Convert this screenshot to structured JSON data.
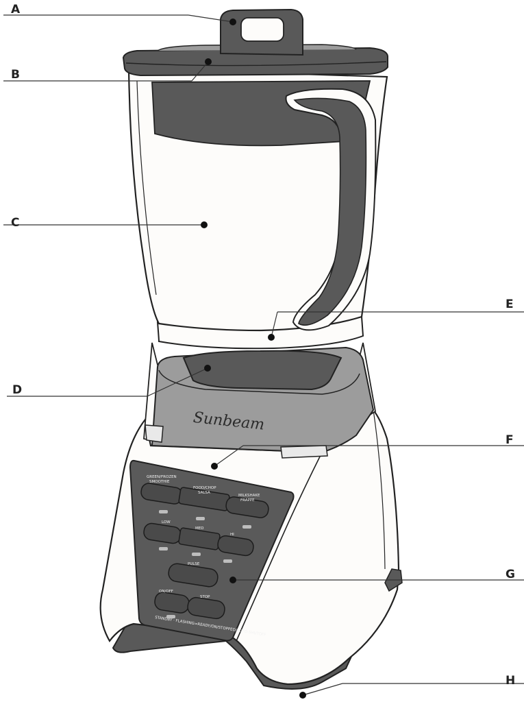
{
  "labels": {
    "A": "A",
    "B": "B",
    "C": "C",
    "D": "D",
    "E": "E",
    "F": "F",
    "G": "G",
    "H": "H"
  },
  "brand": "Sunbeam",
  "panel": {
    "preset_1": "GREEN/FROZEN",
    "preset_1b": "SMOOTHIE",
    "preset_2": "FOOD/CHOP",
    "preset_2b": "SALSA",
    "preset_3": "MILKSHAKE",
    "preset_3b": "FRAPPE",
    "speed_low": "LOW",
    "speed_med": "MED",
    "speed_hi": "HI",
    "pulse": "PULSE",
    "on_off": "ON/OFF",
    "stop": "STOP",
    "status_line": "STANDBY · FLASHING=READY/ON/STOPPED/AUTO-SHUTOFF"
  },
  "colors": {
    "outline": "#222222",
    "dark_part": "#595959",
    "mid_part": "#9c9c9c",
    "body": "#fdfcfa",
    "panel": "#5a5a5a",
    "leader": "#333333"
  }
}
